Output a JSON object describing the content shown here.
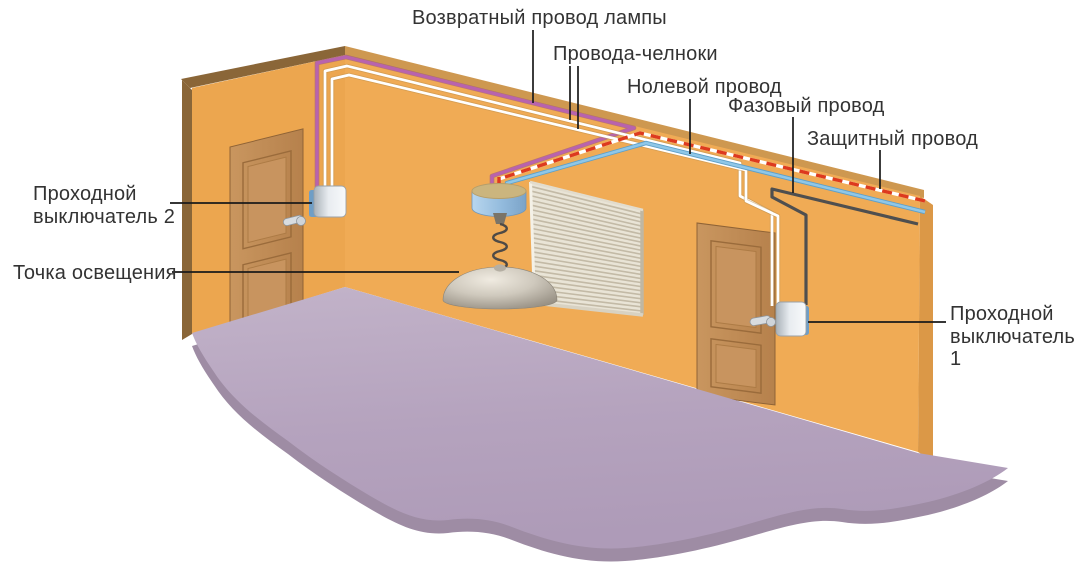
{
  "labels": {
    "lamp_return_wire": "Возвратный провод лампы",
    "traveler_wires": "Провода-челноки",
    "neutral_wire": "Нолевой провод",
    "phase_wire": "Фазовый провод",
    "protective_wire": "Защитный провод",
    "pass_switch_2": "Проходной выключатель 2",
    "lighting_point": "Точка освещения",
    "pass_switch_1": "Проходной выключатель 1"
  },
  "wires": {
    "lamp_return": {
      "label": "Возвратный провод лампы",
      "color": "#B863AE"
    },
    "travelers": {
      "label": "Провода-челноки",
      "color": "#FFFFFF"
    },
    "neutral": {
      "label": "Нолевой провод",
      "color": "#8FC7E8"
    },
    "phase": {
      "label": "Фазовый провод",
      "color": "#4F4F4F"
    },
    "protective": {
      "label": "Защитный провод",
      "color": "#DD3A1E",
      "pattern": "red-white dashed"
    }
  },
  "colors": {
    "wall_front": "#F0AB55",
    "wall_left": "#ECA64F",
    "wall_edge_top": "#CE9850",
    "wall_edge_dark": "#8A6638",
    "wall_side_right": "#DB9847",
    "floor_top": "#B5A3BE",
    "floor_side": "#9E8CA4",
    "door": "#C08A58",
    "blinds": "#E9E4D6",
    "switch_accent": "#6F9EC6",
    "pointer_line": "#1A1A1A",
    "label_text": "#333333"
  }
}
